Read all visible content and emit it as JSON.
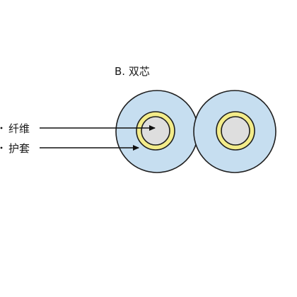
{
  "title": "B. 双芯",
  "labels": {
    "fiber": "纤维",
    "sheath": "护套"
  },
  "colors": {
    "background": "#ffffff",
    "jacket_fill": "#c6def0",
    "outline": "#1f1f1f",
    "buffer_ring": "#f3ec8a",
    "core_fill": "#dedede",
    "arrow": "#111111",
    "text": "#1a1a1a"
  }
}
